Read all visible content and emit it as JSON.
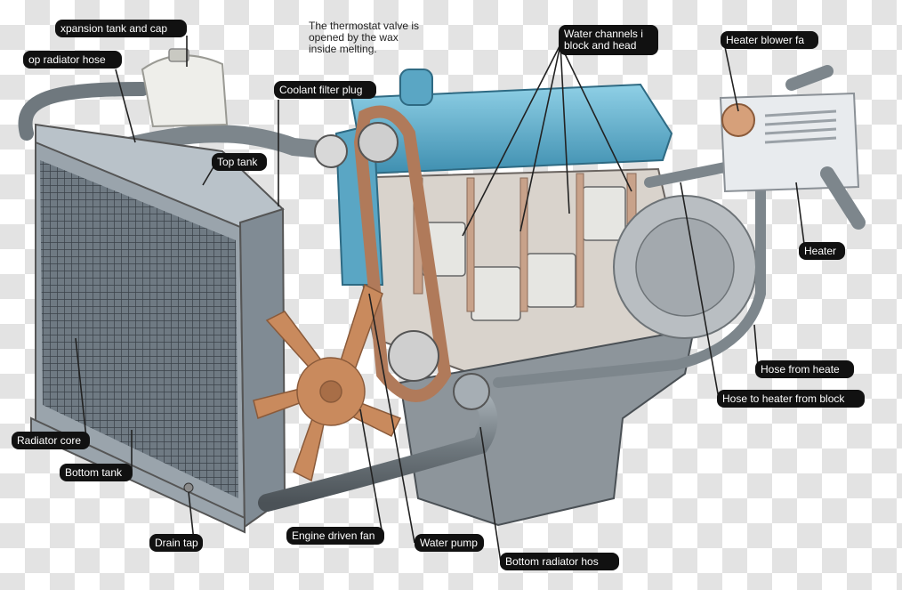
{
  "diagram": {
    "note": "The thermostat valve is\nopened by the wax\ninside melting.",
    "labels": {
      "expansion_tank": "xpansion tank and cap",
      "top_radiator_hose": "op radiator hose",
      "coolant_filter_plug": "Coolant filter plug",
      "water_channels": "Water channels i\nblock and head",
      "heater_blower_fan": "Heater blower fa",
      "top_tank": "Top tank",
      "heater": "Heater",
      "hose_from_heater": "Hose from heate",
      "hose_to_heater": "Hose to heater from block",
      "radiator_core": "Radiator core",
      "bottom_tank": "Bottom tank",
      "drain_tap": "Drain tap",
      "engine_driven_fan": "Engine driven fan",
      "water_pump": "Water pump",
      "bottom_radiator_hose": "Bottom radiator hos"
    },
    "colors": {
      "label_bg": "#111111",
      "label_text": "#ffffff",
      "engine_blue": "#5aa6c4",
      "radiator_grey": "#8f9aa3",
      "fan_bronze": "#c98a5d",
      "hose_grey": "#7d868c"
    }
  }
}
